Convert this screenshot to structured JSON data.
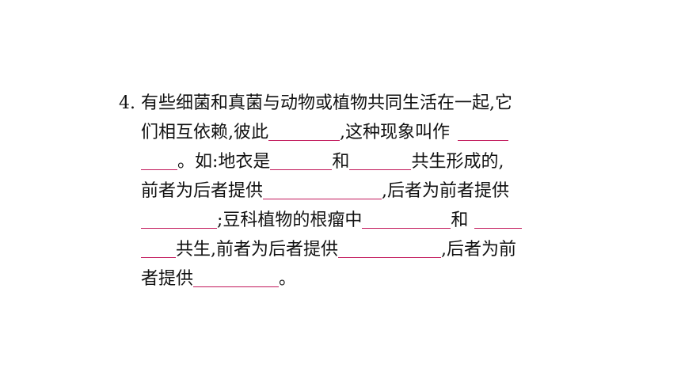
{
  "question": {
    "number": "4.",
    "line1": "有些细菌和真菌与动物或植物共同生活在一起,它",
    "line2_a": "们相互依赖,彼此",
    "line2_b": ",这种现象叫作",
    "line3_a": "。如:地衣是",
    "line3_b": "和",
    "line3_c": "共生形成的,",
    "line4_a": "前者为后者提供",
    "line4_b": ",后者为前者提供",
    "line5_a": ";豆科植物的根瘤中",
    "line5_b": "和",
    "line6_a": "共生,前者为后者提供",
    "line6_b": ",后者为前",
    "line7_a": "者提供",
    "line7_b": "。"
  },
  "colors": {
    "blank_line": "#c2185b",
    "text": "#111111"
  }
}
